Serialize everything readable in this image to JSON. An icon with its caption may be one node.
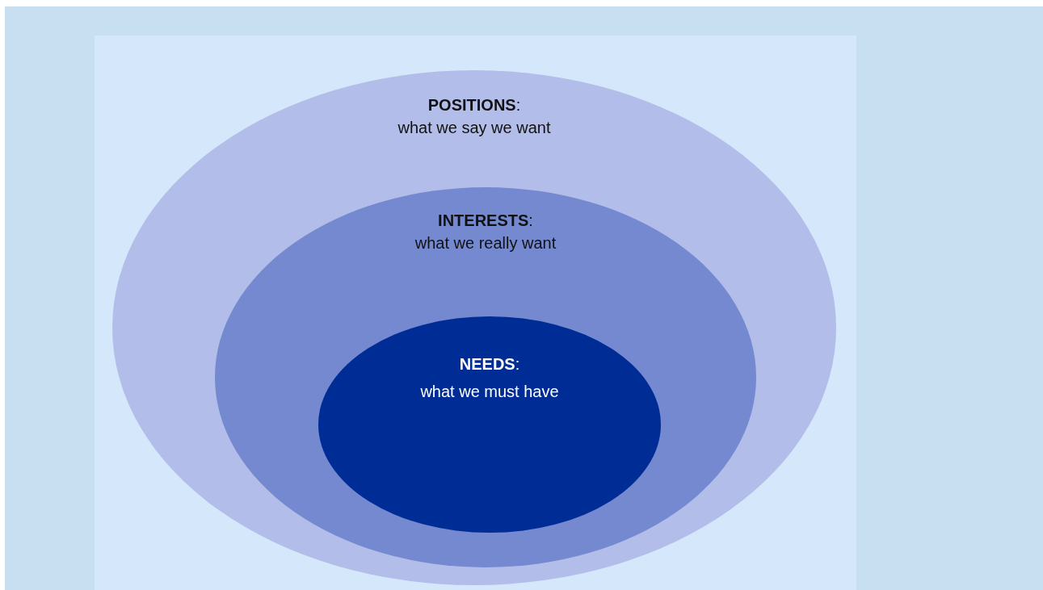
{
  "diagram": {
    "nodes": [
      {
        "text": [
          "**POSITIONS**:",
          "what we say we want"
        ]
      },
      {
        "text": [
          "**INTERESTS**:",
          "what we really want"
        ],
        "in": 0
      },
      {
        "text": [
          "**NEEDS**:",
          "what we must have"
        ],
        "in": 1
      }
    ]
  }
}
